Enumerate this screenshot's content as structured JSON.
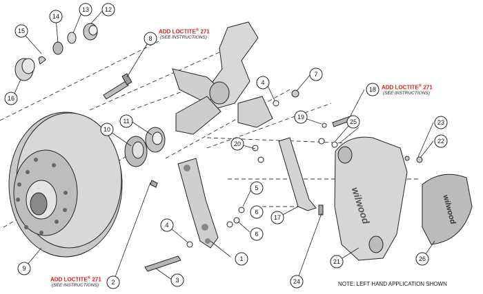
{
  "notes": {
    "loctite_label": "ADD LOCTITE",
    "loctite_sup": "®",
    "loctite_num": "271",
    "see_instructions": "(SEE INSTRUCTIONS)",
    "footer": "NOTE: LEFT HAND APPLICATION SHOWN"
  },
  "brand": "wilwood",
  "callouts": [
    "1",
    "2",
    "3",
    "4",
    "4",
    "5",
    "6",
    "6",
    "7",
    "8",
    "9",
    "10",
    "11",
    "12",
    "13",
    "14",
    "15",
    "16",
    "17",
    "18",
    "19",
    "20",
    "21",
    "22",
    "23",
    "24",
    "25",
    "26"
  ],
  "colors": {
    "accent_red": "#d0201d",
    "line": "#222222",
    "rotor": "#c8c8c8",
    "caliper": "#d6d6d6"
  }
}
